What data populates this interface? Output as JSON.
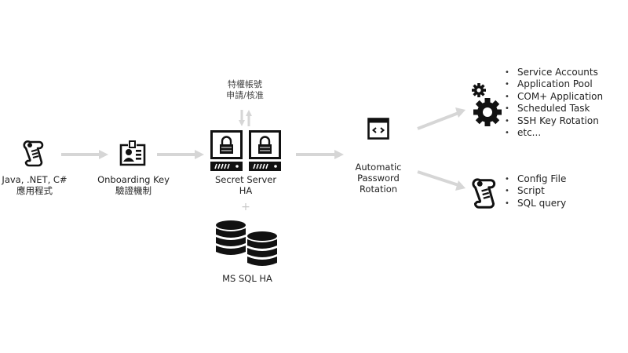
{
  "diagram": {
    "nodes": {
      "app": {
        "icon": "scroll-icon",
        "lines": [
          "Java, .NET, C#",
          "應用程式"
        ]
      },
      "onboarding": {
        "icon": "id-badge-icon",
        "lines": [
          "Onboarding Key",
          "驗證機制"
        ]
      },
      "secret_server": {
        "icon": "locked-server-icon",
        "lines": [
          "Secret Server",
          "HA"
        ]
      },
      "privilege_request": {
        "lines": [
          "特權帳號",
          "申請/核准"
        ]
      },
      "plus_sign": "+",
      "sql": {
        "icon": "database-icon",
        "lines": [
          "MS SQL HA"
        ]
      },
      "rotation": {
        "icon": "code-window-icon",
        "lines": [
          "Automatic",
          "Password",
          "Rotation"
        ]
      },
      "accounts": {
        "icon": "gears-icon",
        "items": [
          "Service Accounts",
          "Application Pool",
          "COM+ Application",
          "Scheduled Task",
          "SSH Key Rotation",
          "etc..."
        ]
      },
      "files": {
        "icon": "scroll-icon",
        "items": [
          "Config File",
          "Script",
          "SQL query"
        ]
      }
    },
    "edges": [
      {
        "from": "app",
        "to": "onboarding"
      },
      {
        "from": "onboarding",
        "to": "secret_server"
      },
      {
        "from": "secret_server",
        "to": "rotation"
      },
      {
        "from": "privilege_request",
        "to": "secret_server",
        "bidirectional": true
      },
      {
        "from": "rotation",
        "to": "accounts"
      },
      {
        "from": "rotation",
        "to": "files"
      }
    ],
    "colors": {
      "icon": "#111111",
      "arrow": "#d6d6d6",
      "text": "#222222"
    }
  }
}
